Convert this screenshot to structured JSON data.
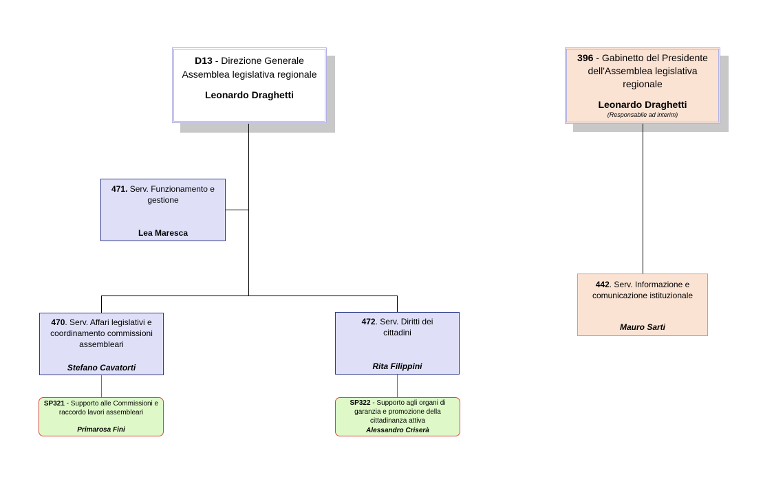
{
  "d13": {
    "code": "D13",
    "title": "- Direzione Generale Assemblea legislativa regionale",
    "manager": "Leonardo Draghetti"
  },
  "g396": {
    "code": "396",
    "title": "- Gabinetto del Presidente dell'Assemblea legislativa regionale",
    "manager": "Leonardo Draghetti",
    "note": "(Responsabile ad interim)"
  },
  "s471": {
    "code": "471.",
    "title": "Serv. Funzionamento e gestione",
    "manager": "Lea Maresca"
  },
  "s470": {
    "code": "470",
    "title": ". Serv. Affari legislativi e coordinamento commissioni assembleari",
    "manager": "Stefano Cavatorti"
  },
  "s472": {
    "code": "472",
    "title": ". Serv. Diritti dei cittadini",
    "manager": "Rita Filippini"
  },
  "s442": {
    "code": "442",
    "title": ". Serv. Informazione e comunicazione istituzionale",
    "manager": "Mauro Sarti"
  },
  "sp321": {
    "code": "SP321",
    "title": "- Supporto alle Commissioni e raccordo lavori assembleari",
    "manager": "Primarosa Fini"
  },
  "sp322": {
    "code": "SP322",
    "title": "- Supporto agli organi di garanzia e promozione della cittadinanza attiva",
    "manager": "Alessandro Criserà"
  }
}
